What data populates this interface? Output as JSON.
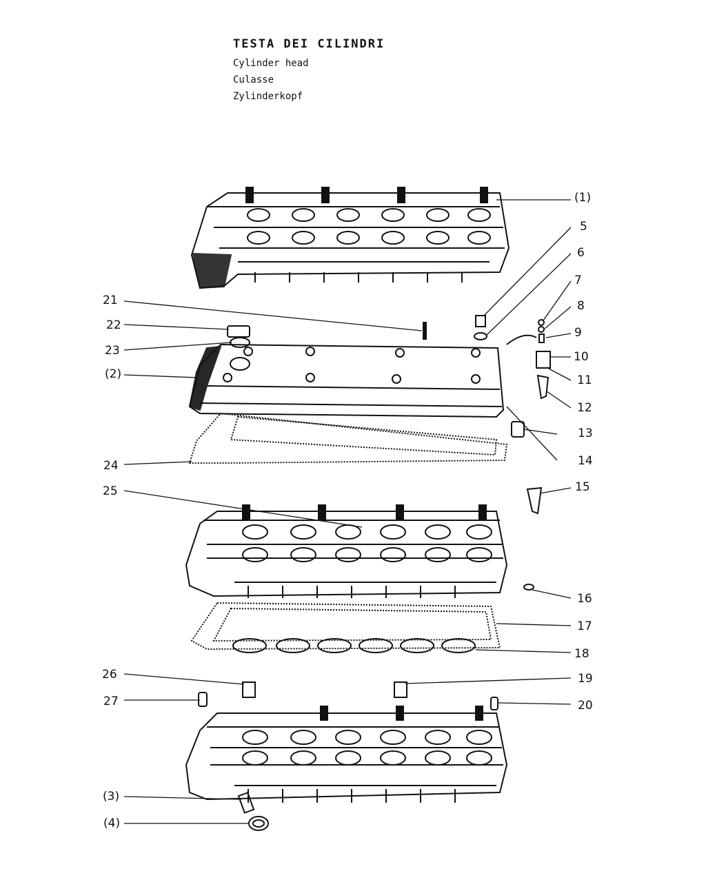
{
  "title": {
    "main": "TESTA DEI CILINDRI",
    "en": "Cylinder head",
    "fr": "Culasse",
    "de": "Zylinderkopf"
  },
  "callouts": [
    {
      "id": "c1",
      "text": "(1)"
    },
    {
      "id": "c5",
      "text": "5"
    },
    {
      "id": "c6",
      "text": "6"
    },
    {
      "id": "c7",
      "text": "7"
    },
    {
      "id": "c8",
      "text": "8"
    },
    {
      "id": "c9",
      "text": "9"
    },
    {
      "id": "c10",
      "text": "10"
    },
    {
      "id": "c11",
      "text": "11"
    },
    {
      "id": "c12",
      "text": "12"
    },
    {
      "id": "c13",
      "text": "13"
    },
    {
      "id": "c14",
      "text": "14"
    },
    {
      "id": "c15",
      "text": "15"
    },
    {
      "id": "c16",
      "text": "16"
    },
    {
      "id": "c17",
      "text": "17"
    },
    {
      "id": "c18",
      "text": "18"
    },
    {
      "id": "c19",
      "text": "19"
    },
    {
      "id": "c20",
      "text": "20"
    },
    {
      "id": "c21",
      "text": "21"
    },
    {
      "id": "c22",
      "text": "22"
    },
    {
      "id": "c23",
      "text": "23"
    },
    {
      "id": "c2",
      "text": "(2)"
    },
    {
      "id": "c24",
      "text": "24"
    },
    {
      "id": "c25",
      "text": "25"
    },
    {
      "id": "c26",
      "text": "26"
    },
    {
      "id": "c27",
      "text": "27"
    },
    {
      "id": "c3",
      "text": "(3)"
    },
    {
      "id": "c4",
      "text": "(4)"
    }
  ]
}
